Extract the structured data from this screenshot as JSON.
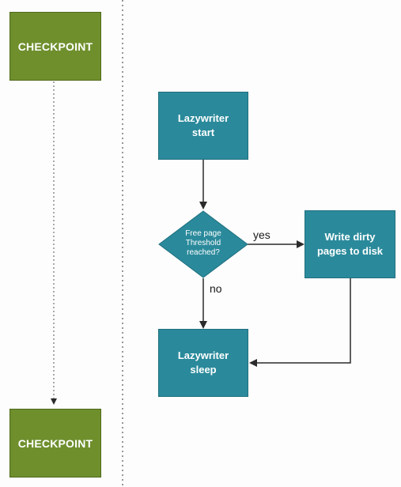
{
  "diagram": {
    "checkpoint_top": "CHECKPOINT",
    "checkpoint_bottom": "CHECKPOINT",
    "lazywriter_start": "Lazywriter start",
    "decision": "Free page\nThreshold\nreached?",
    "write_dirty_pages": "Write dirty\npages to disk",
    "lazywriter_sleep": "Lazywriter sleep",
    "edge_yes": "yes",
    "edge_no": "no"
  },
  "colors": {
    "checkpoint_fill": "#6f8f2d",
    "process_fill": "#2a8a9b",
    "connector": "#333333"
  }
}
